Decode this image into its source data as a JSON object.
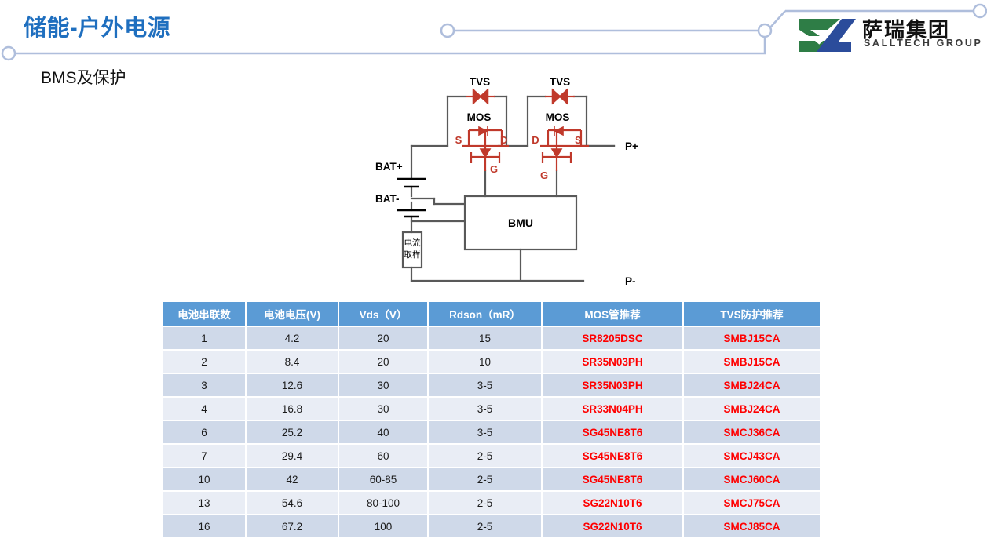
{
  "header": {
    "title": "储能-户外电源",
    "subtitle": "BMS及保护",
    "title_color": "#1F6FBF",
    "deco_line_color": "#AFBEDC"
  },
  "logo": {
    "name_cn": "萨瑞集团",
    "name_en": "SALLTECH GROUP",
    "green": "#2E7D46",
    "blue": "#2B4C9B"
  },
  "diagram": {
    "labels": {
      "tvs_left": "TVS",
      "tvs_right": "TVS",
      "mos_left": "MOS",
      "mos_right": "MOS",
      "s_left": "S",
      "d_left": "D",
      "g_left": "G",
      "d_right": "D",
      "s_right": "S",
      "g_right": "G",
      "bat_plus": "BAT+",
      "bat_minus": "BAT-",
      "p_plus": "P+",
      "p_minus": "P-",
      "bmu": "BMU",
      "shunt_line1": "电流",
      "shunt_line2": "取样"
    },
    "colors": {
      "wire": "#595959",
      "component": "#C0392B",
      "text": "#000000"
    }
  },
  "table": {
    "header_color": "#5B9BD5",
    "row_odd_color": "#CFD9E9",
    "row_even_color": "#E9EDF5",
    "part_color": "#FF0000",
    "columns": [
      "电池串联数",
      "电池电压(V)",
      "Vds（V）",
      "Rdson（mR）",
      "MOS管推荐",
      "TVS防护推荐"
    ],
    "rows": [
      {
        "cells": [
          "1",
          "4.2",
          "20",
          "15",
          "SR8205DSC",
          "SMBJ15CA"
        ]
      },
      {
        "cells": [
          "2",
          "8.4",
          "20",
          "10",
          "SR35N03PH",
          "SMBJ15CA"
        ]
      },
      {
        "cells": [
          "3",
          "12.6",
          "30",
          "3-5",
          "SR35N03PH",
          "SMBJ24CA"
        ]
      },
      {
        "cells": [
          "4",
          "16.8",
          "30",
          "3-5",
          "SR33N04PH",
          "SMBJ24CA"
        ]
      },
      {
        "cells": [
          "6",
          "25.2",
          "40",
          "3-5",
          "SG45NE8T6",
          "SMCJ36CA"
        ]
      },
      {
        "cells": [
          "7",
          "29.4",
          "60",
          "2-5",
          "SG45NE8T6",
          "SMCJ43CA"
        ]
      },
      {
        "cells": [
          "10",
          "42",
          "60-85",
          "2-5",
          "SG45NE8T6",
          "SMCJ60CA"
        ]
      },
      {
        "cells": [
          "13",
          "54.6",
          "80-100",
          "2-5",
          "SG22N10T6",
          "SMCJ75CA"
        ]
      },
      {
        "cells": [
          "16",
          "67.2",
          "100",
          "2-5",
          "SG22N10T6",
          "SMCJ85CA"
        ]
      }
    ]
  }
}
